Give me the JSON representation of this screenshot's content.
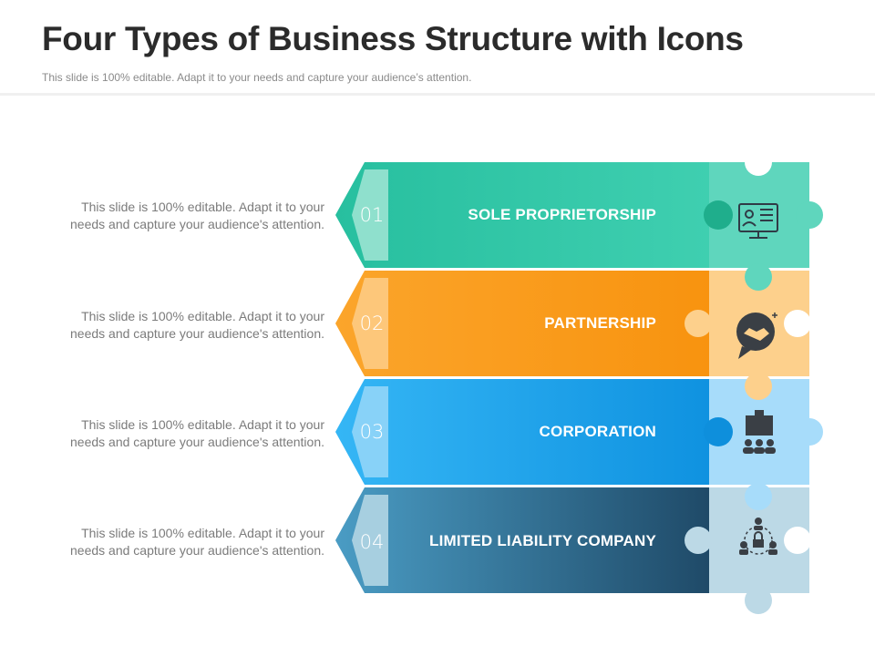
{
  "header": {
    "title": "Four Types of Business Structure with Icons",
    "subtitle": "This slide is 100% editable. Adapt it to your needs and capture your audience’s attention."
  },
  "items": [
    {
      "number": "01",
      "label": "SOLE PROPRIETORSHIP",
      "description_line1": "This slide is 100% editable. Adapt it to your",
      "description_line2": "needs and capture your audience's attention.",
      "icon": "computer-profile-icon",
      "color": "#2ec4a4"
    },
    {
      "number": "02",
      "label": "PARTNERSHIP",
      "description_line1": "This slide is 100% editable. Adapt it to your",
      "description_line2": "needs and capture your audience's attention.",
      "icon": "handshake-icon",
      "color": "#f99a1c"
    },
    {
      "number": "03",
      "label": "CORPORATION",
      "description_line1": "This slide is 100% editable. Adapt it to your",
      "description_line2": "needs and capture your audience's attention.",
      "icon": "corporate-building-icon",
      "color": "#1ea3ec"
    },
    {
      "number": "04",
      "label": "LIMITED LIABILITY COMPANY",
      "description_line1": "This slide is 100% editable. Adapt it to your",
      "description_line2": "needs and capture your audience's attention.",
      "icon": "lock-network-icon",
      "color": "#2f7fa5"
    }
  ]
}
